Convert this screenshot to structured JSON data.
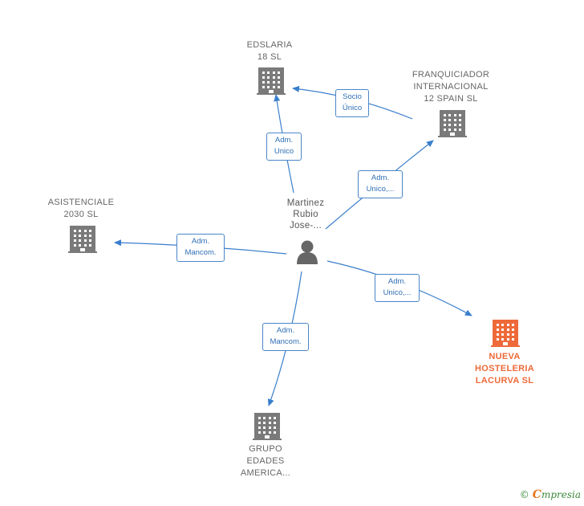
{
  "nodes": {
    "center": {
      "label": "Martinez\nRubio\nJose-..."
    },
    "edslaria": {
      "label": "EDSLARIA\n18  SL"
    },
    "franquiciador": {
      "label": "FRANQUICIADOR\nINTERNACIONAL\n12 SPAIN SL"
    },
    "asistenciale": {
      "label": "ASISTENCIALE\n2030  SL"
    },
    "nueva": {
      "label": "NUEVA\nHOSTELERIA\nLACURVA  SL"
    },
    "grupo": {
      "label": "GRUPO\nEDADES\nAMERICA..."
    }
  },
  "edges": {
    "edslaria_adm": "Adm.\nUnico",
    "franq_socio": "Socio\nÚnico",
    "franq_adm": "Adm.\nUnico,...",
    "asist_adm": "Adm.\nMancom.",
    "nueva_adm": "Adm.\nUnico,...",
    "grupo_adm": "Adm.\nMancom."
  },
  "colors": {
    "edge": "#3a7fcc",
    "building": "#7a7a7a",
    "building_highlight": "#ee6a3a",
    "person": "#666666"
  },
  "brand": {
    "copyright": "©",
    "initial": "C",
    "name": "mpresia"
  }
}
